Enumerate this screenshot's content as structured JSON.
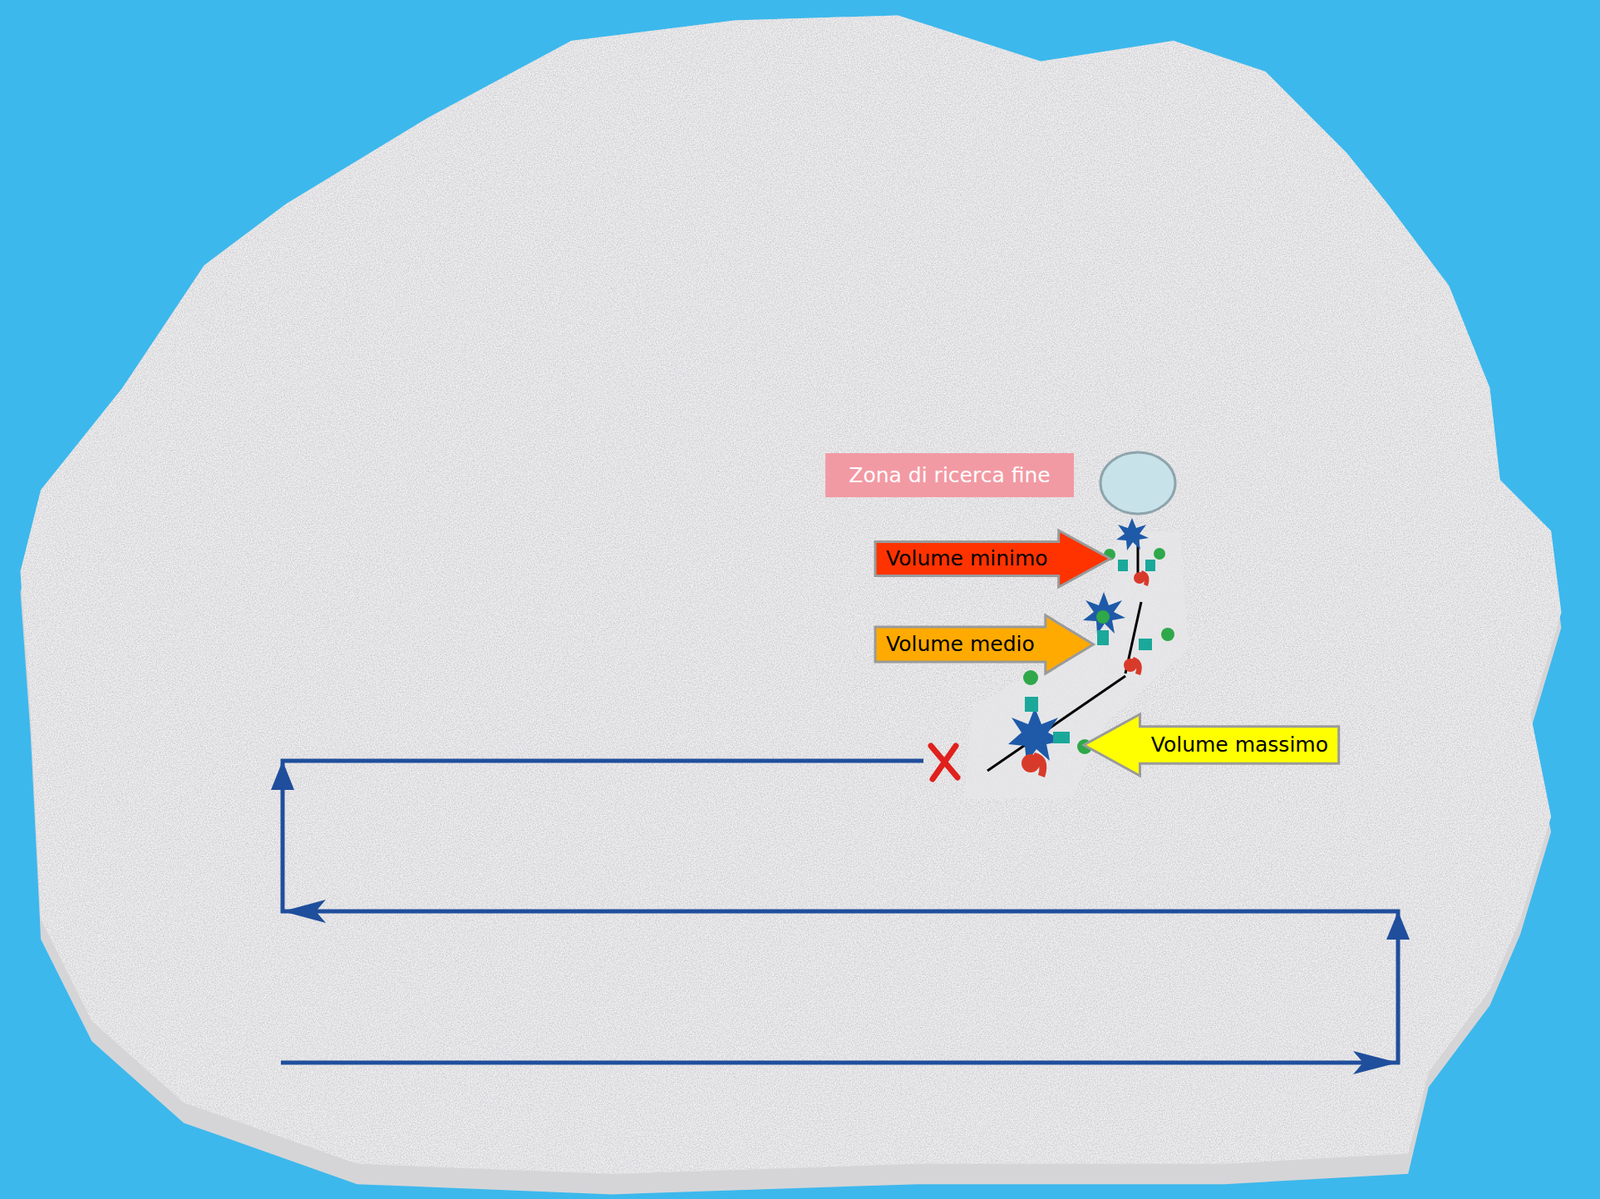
{
  "diagram": {
    "nodes": [
      {
        "text": [
          "Zona di ricerca fine"
        ]
      },
      {
        "text": [
          "Volume minimo"
        ]
      },
      {
        "text": [
          "Volume medio"
        ]
      },
      {
        "text": [
          "Volume massimo"
        ]
      }
    ]
  }
}
